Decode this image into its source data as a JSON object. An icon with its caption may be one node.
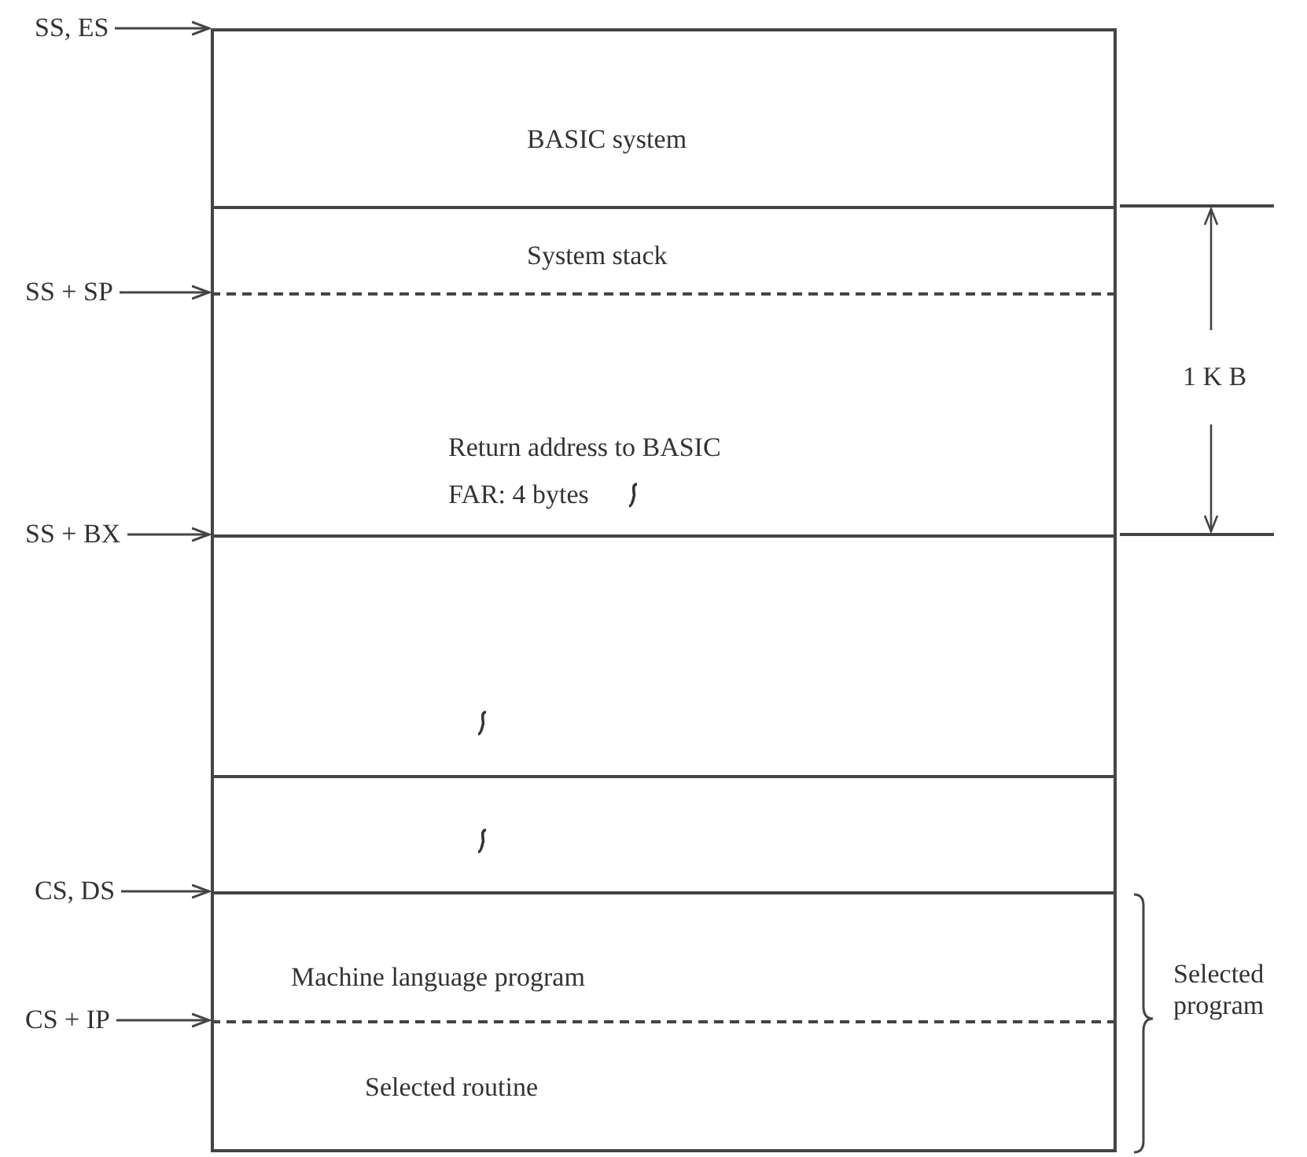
{
  "diagram": {
    "nodes": [
      {
        "text": [
          "SS, ES"
        ]
      },
      {
        "text": [
          "BASIC system"
        ]
      },
      {
        "text": [
          "System stack"
        ]
      },
      {
        "text": [
          "SS + SP"
        ]
      },
      {
        "text": [
          "Return address to BASIC",
          "FAR: 4 bytes"
        ]
      },
      {
        "text": [
          "SS + BX"
        ]
      },
      {
        "text": [],
        "shape": "box"
      },
      {
        "text": [],
        "shape": "box"
      },
      {
        "text": [
          "CS, DS"
        ]
      },
      {
        "text": [
          "Machine language program"
        ]
      },
      {
        "text": [
          "CS + IP"
        ]
      },
      {
        "text": [
          "Selected routine"
        ]
      }
    ],
    "edges": [
      {
        "from": 0,
        "to": 1,
        "arrow": "to"
      },
      {
        "from": 3,
        "to": 4,
        "arrow": "to"
      },
      {
        "from": 5,
        "to": 6,
        "arrow": "to"
      },
      {
        "from": 8,
        "to": 9,
        "arrow": "to"
      },
      {
        "from": 10,
        "to": 11,
        "arrow": "to"
      }
    ],
    "labels": [
      "1 K B",
      "Selected program"
    ]
  }
}
